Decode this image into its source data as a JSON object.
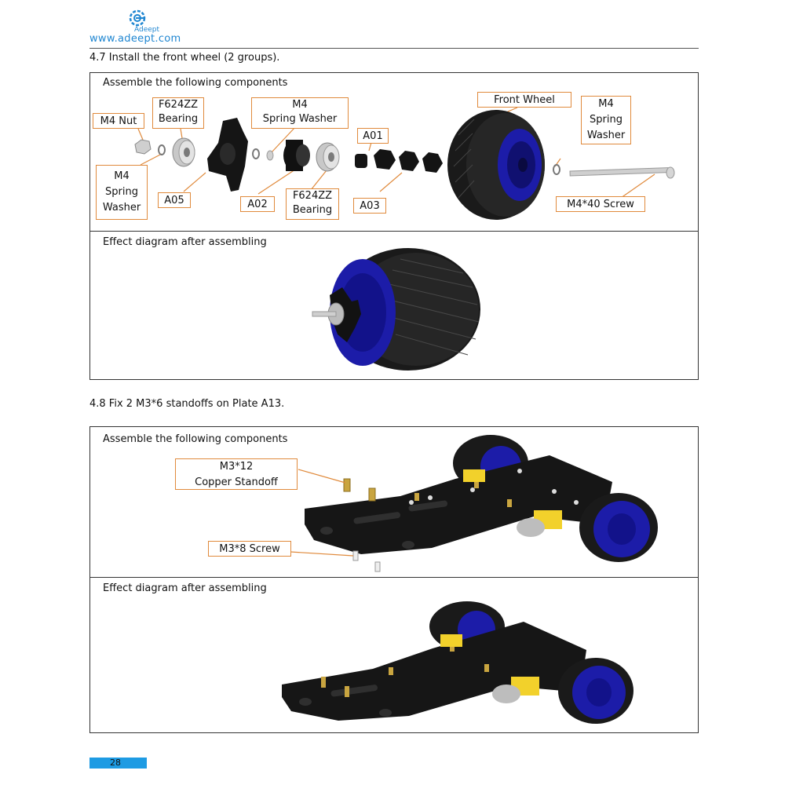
{
  "header": {
    "brand": "Adeept",
    "url": "www.adeept.com"
  },
  "section_47": {
    "title": "4.7 Install the front wheel (2 groups).",
    "components_label": "Assemble the following components",
    "effect_label": "Effect diagram after assembling",
    "callouts": {
      "m4_nut": "M4 Nut",
      "bearing1_l1": "F624ZZ",
      "bearing1_l2": "Bearing",
      "washer_top_l1": "M4",
      "washer_top_l2": "Spring Washer",
      "front_wheel": "Front Wheel",
      "washer_right_l1": "M4",
      "washer_right_l2": "Spring",
      "washer_right_l3": "Washer",
      "a01": "A01",
      "washer_left_l1": "M4",
      "washer_left_l2": "Spring",
      "washer_left_l3": "Washer",
      "a05": "A05",
      "a02": "A02",
      "bearing2_l1": "F624ZZ",
      "bearing2_l2": "Bearing",
      "a03": "A03",
      "screw": "M4*40 Screw"
    }
  },
  "section_48": {
    "title": "4.8 Fix 2 M3*6 standoffs on Plate A13.",
    "components_label": "Assemble the following components",
    "effect_label": "Effect diagram after assembling",
    "callouts": {
      "standoff_l1": "M3*12",
      "standoff_l2": "Copper Standoff",
      "screw": "M3*8 Screw"
    }
  },
  "footer": {
    "page_number": "28"
  },
  "colors": {
    "brand_blue": "#1f86d1",
    "callout_orange": "#e08a3c",
    "page_badge": "#1e9be3",
    "wheel_rim": "#1c1ca8"
  }
}
